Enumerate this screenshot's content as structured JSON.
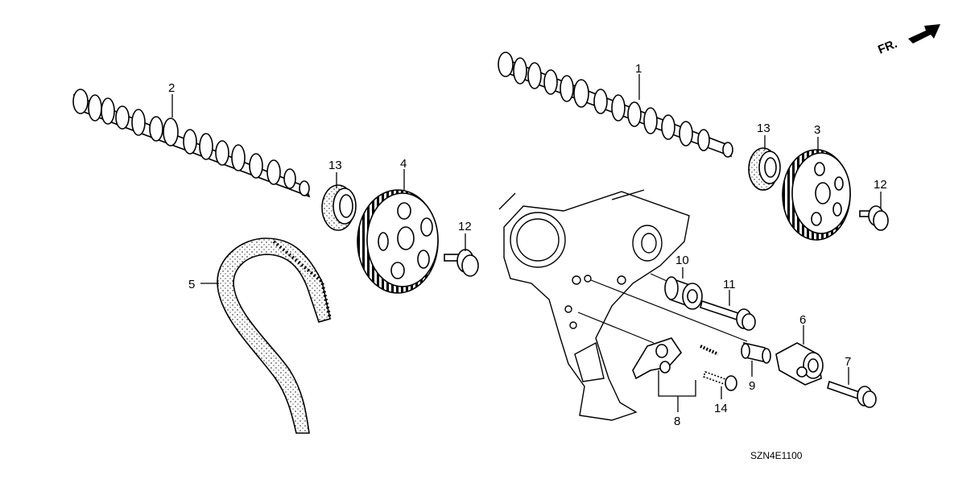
{
  "diagram": {
    "front_indicator": "FR.",
    "diagram_code": "SZN4E1100",
    "callouts": [
      {
        "id": "1",
        "label": "1"
      },
      {
        "id": "2",
        "label": "2"
      },
      {
        "id": "3",
        "label": "3"
      },
      {
        "id": "4",
        "label": "4"
      },
      {
        "id": "5",
        "label": "5"
      },
      {
        "id": "6",
        "label": "6"
      },
      {
        "id": "7",
        "label": "7"
      },
      {
        "id": "8",
        "label": "8"
      },
      {
        "id": "9",
        "label": "9"
      },
      {
        "id": "10",
        "label": "10"
      },
      {
        "id": "11",
        "label": "11"
      },
      {
        "id": "12a",
        "label": "12"
      },
      {
        "id": "12b",
        "label": "12"
      },
      {
        "id": "13a",
        "label": "13"
      },
      {
        "id": "13b",
        "label": "13"
      },
      {
        "id": "14",
        "label": "14"
      }
    ]
  }
}
